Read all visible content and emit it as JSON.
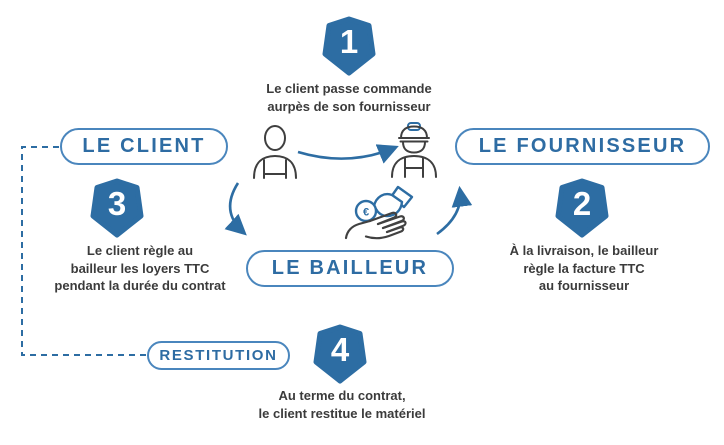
{
  "entities": {
    "client": "LE CLIENT",
    "fournisseur": "LE FOURNISSEUR",
    "bailleur": "LE BAILLEUR",
    "restitution": "RESTITUTION"
  },
  "steps": [
    {
      "number": "1",
      "text": "Le client passe commande\naurpès de son fournisseur"
    },
    {
      "number": "2",
      "text": "À la livraison, le bailleur\nrègle la facture TTC\nau fournisseur"
    },
    {
      "number": "3",
      "text": "Le client règle au\nbailleur les loyers TTC\npendant la durée du contrat"
    },
    {
      "number": "4",
      "text": "Au terme du contrat,\nle client restitue le matériel"
    }
  ],
  "icons": {
    "client_person": "person-icon",
    "supplier_worker": "worker-cap-icon",
    "payment_hand": "hand-giving-euro-icon",
    "euro_symbol": "€"
  },
  "colors": {
    "badge_blue": "#2d6da3",
    "pill_border_blue": "#4a86bd",
    "pill_text_blue": "#2e6ca3",
    "body_text_dark": "#3b3b3b",
    "arrow_blue": "#2d6da3",
    "icon_outline_gray": "#3f3f3f"
  }
}
